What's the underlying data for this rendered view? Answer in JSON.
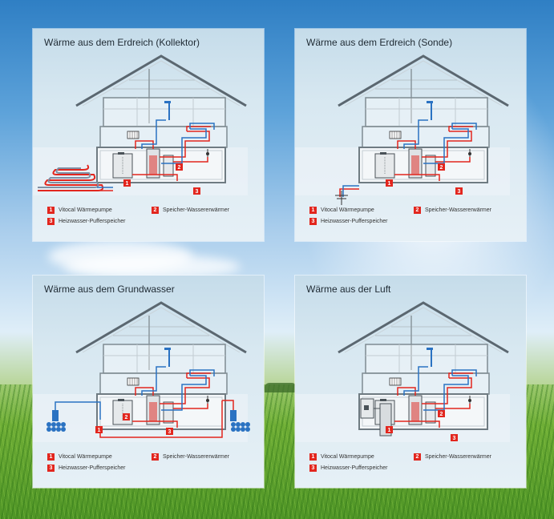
{
  "panels": [
    {
      "title": "Wärme aus dem Erdreich (Kollektor)",
      "legend": {
        "1": "Vitocal Wärmepumpe",
        "2": "Speicher-Wassererwärmer",
        "3": "Heizwasser-Pufferspeicher"
      }
    },
    {
      "title": "Wärme aus dem Erdreich (Sonde)",
      "legend": {
        "1": "Vitocal Wärmepumpe",
        "2": "Speicher-Wassererwärmer",
        "3": "Heizwasser-Pufferspeicher"
      }
    },
    {
      "title": "Wärme aus dem Grundwasser",
      "legend": {
        "1": "Vitocal Wärmepumpe",
        "2": "Speicher-Wassererwärmer",
        "3": "Heizwasser-Pufferspeicher"
      }
    },
    {
      "title": "Wärme aus der Luft",
      "legend": {
        "1": "Vitocal Wärmepumpe",
        "2": "Speicher-Wassererwärmer",
        "3": "Heizwasser-Pufferspeicher"
      }
    }
  ],
  "markers": {
    "one": "1",
    "two": "2",
    "three": "3"
  },
  "colors": {
    "hot_pipe": "#e2261e",
    "cold_pipe": "#2a72c2",
    "house_line": "#5b6770",
    "marker": "#e2261e"
  }
}
